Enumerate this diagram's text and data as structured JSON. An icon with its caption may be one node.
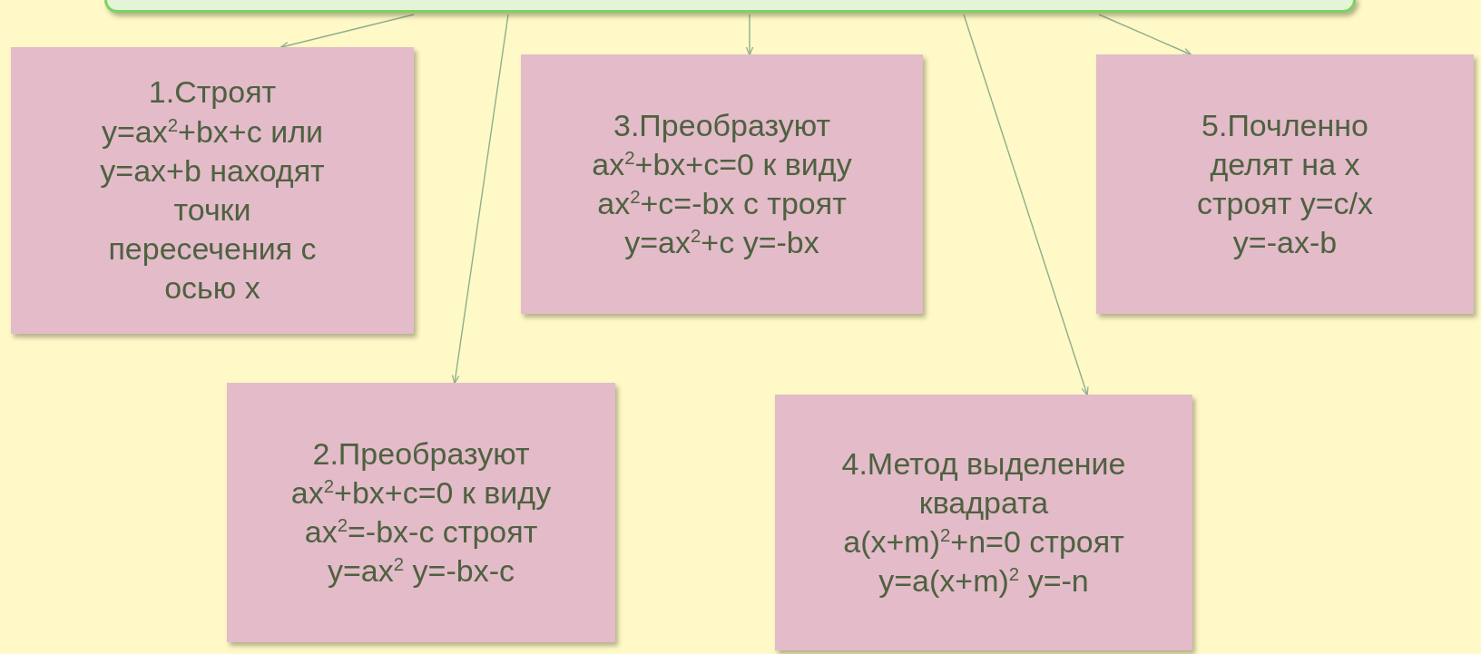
{
  "diagram": {
    "nodes": [
      {
        "text": [],
        "shape": "box"
      },
      {
        "text": [
          "1.Строят y=ax$^{2}$+bx+c или y=ax+b находят точки пересечения с осью  x"
        ]
      },
      {
        "text": [
          "2.Преобразуют ax$^{2}$+bx+c=0 к виду ax$^{2}$=-bx-c строят y=ax$^{2}$ y=-bx-c"
        ]
      },
      {
        "text": [
          "3.Преобразуют ax$^{2}$+bx+c=0 к виду ax$^{2}$+c=-bx с троят y=ax$^{2}$+c  y=-bx"
        ]
      },
      {
        "text": [
          "4.Метод выделение квадрата a(x+m)$^{2}$+n=0 строят y=a(x+m)$^{2}$ y=-n"
        ]
      },
      {
        "text": [
          "5.Почленно делят на x строят y=c/x y=-ax-b"
        ]
      }
    ],
    "edges": [
      {
        "from": 0,
        "to": 1,
        "arrow": "to"
      },
      {
        "from": 0,
        "to": 2,
        "arrow": "to"
      },
      {
        "from": 0,
        "to": 3,
        "arrow": "to"
      },
      {
        "from": 0,
        "to": 4,
        "arrow": "to"
      },
      {
        "from": 0,
        "to": 5,
        "arrow": "to"
      }
    ]
  }
}
